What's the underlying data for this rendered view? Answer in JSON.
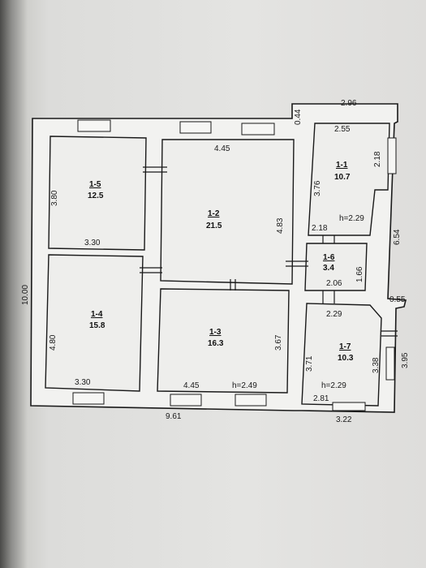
{
  "rooms": [
    {
      "id": "1-1",
      "area": "10.7"
    },
    {
      "id": "1-2",
      "area": "21.5"
    },
    {
      "id": "1-3",
      "area": "16.3"
    },
    {
      "id": "1-4",
      "area": "15.8"
    },
    {
      "id": "1-5",
      "area": "12.5"
    },
    {
      "id": "1-6",
      "area": "3.4"
    },
    {
      "id": "1-7",
      "area": "10.3"
    }
  ],
  "dimensions": {
    "overall_width": "9.61",
    "overall_height": "10.00",
    "ext_top_right": "2.96",
    "ext_offset": "0.44",
    "ext_right_height": "6.54",
    "ext_right_step": "0.55",
    "ext_right_lower": "3.95",
    "ext_bottom_right": "3.22",
    "r11_width": "2.55",
    "r11_height": "3.76",
    "r11_inner": "2.18",
    "r11_bottom": "2.18",
    "r11_ceiling": "h=2.29",
    "r12_width": "4.45",
    "r12_height": "4.83",
    "r13_width": "4.45",
    "r13_height": "3.67",
    "r13_ceiling": "h=2.49",
    "r14_width": "3.30",
    "r14_height": "4.80",
    "r15_width": "3.30",
    "r15_height": "3.80",
    "r16_width": "2.06",
    "r16_height": "1.66",
    "r17_width": "2.29",
    "r17_height": "3.71",
    "r17_inner": "3.38",
    "r17_bottom": "2.81",
    "r17_ceiling": "h=2.29"
  }
}
